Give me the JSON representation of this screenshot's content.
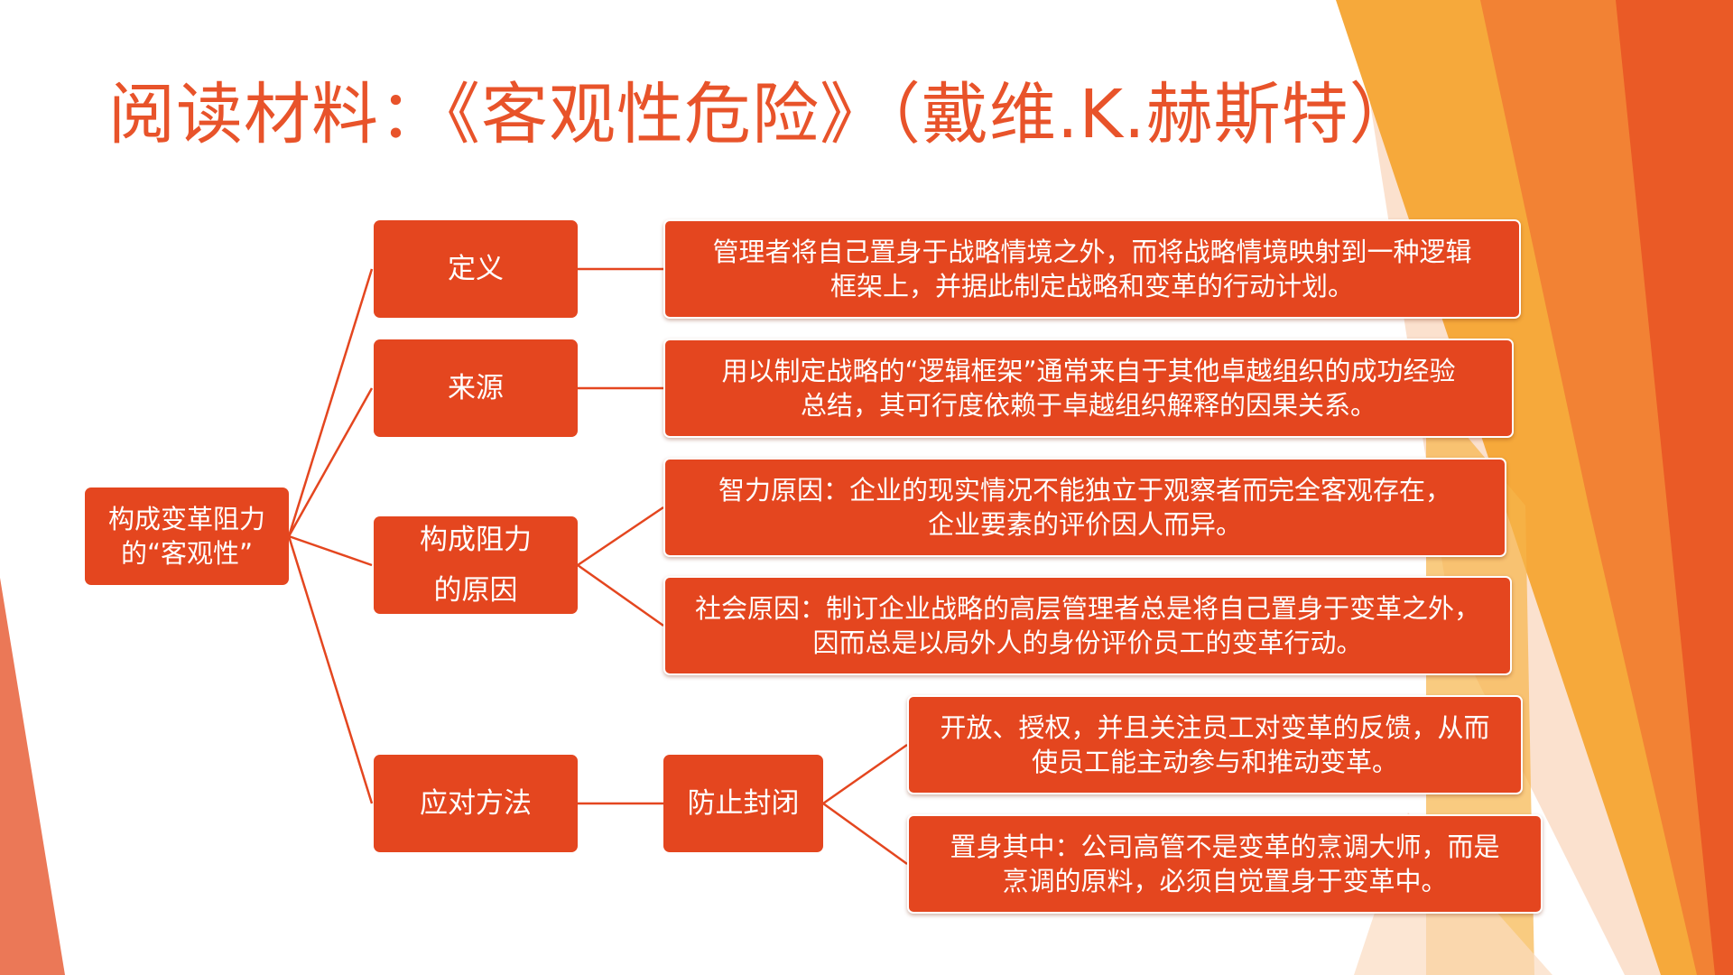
{
  "title": "阅读材料：《客观性危险》（戴维.K.赫斯特）",
  "colors": {
    "accent": "#e4461f",
    "title": "#e8532a",
    "connector": "#e4461f"
  },
  "root": {
    "line1": "构成变革阻力",
    "line2": "的“客观性”"
  },
  "categories": {
    "definition": "定义",
    "source": "来源",
    "cause_line1": "构成阻力",
    "cause_line2": "的原因",
    "response": "应对方法",
    "prevent_closure": "防止封闭"
  },
  "details": {
    "definition": "管理者将自己置身于战略情境之外，而将战略情境映射到一种逻辑\n框架上，并据此制定战略和变革的行动计划。",
    "source": "用以制定战略的“逻辑框架”通常来自于其他卓越组织的成功经验\n总结，其可行度依赖于卓越组织解释的因果关系。",
    "intellectual": "智力原因：企业的现实情况不能独立于观察者而完全客观存在，\n企业要素的评价因人而异。",
    "social": "社会原因：制订企业战略的高层管理者总是将自己置身于变革之外，\n因而总是以局外人的身份评价员工的变革行动。",
    "openness": "开放、授权，并且关注员工对变革的反馈，从而\n使员工能主动参与和推动变革。",
    "immersion": "置身其中：公司高管不是变革的烹调大师，而是\n烹调的原料，必须自觉置身于变革中。"
  }
}
